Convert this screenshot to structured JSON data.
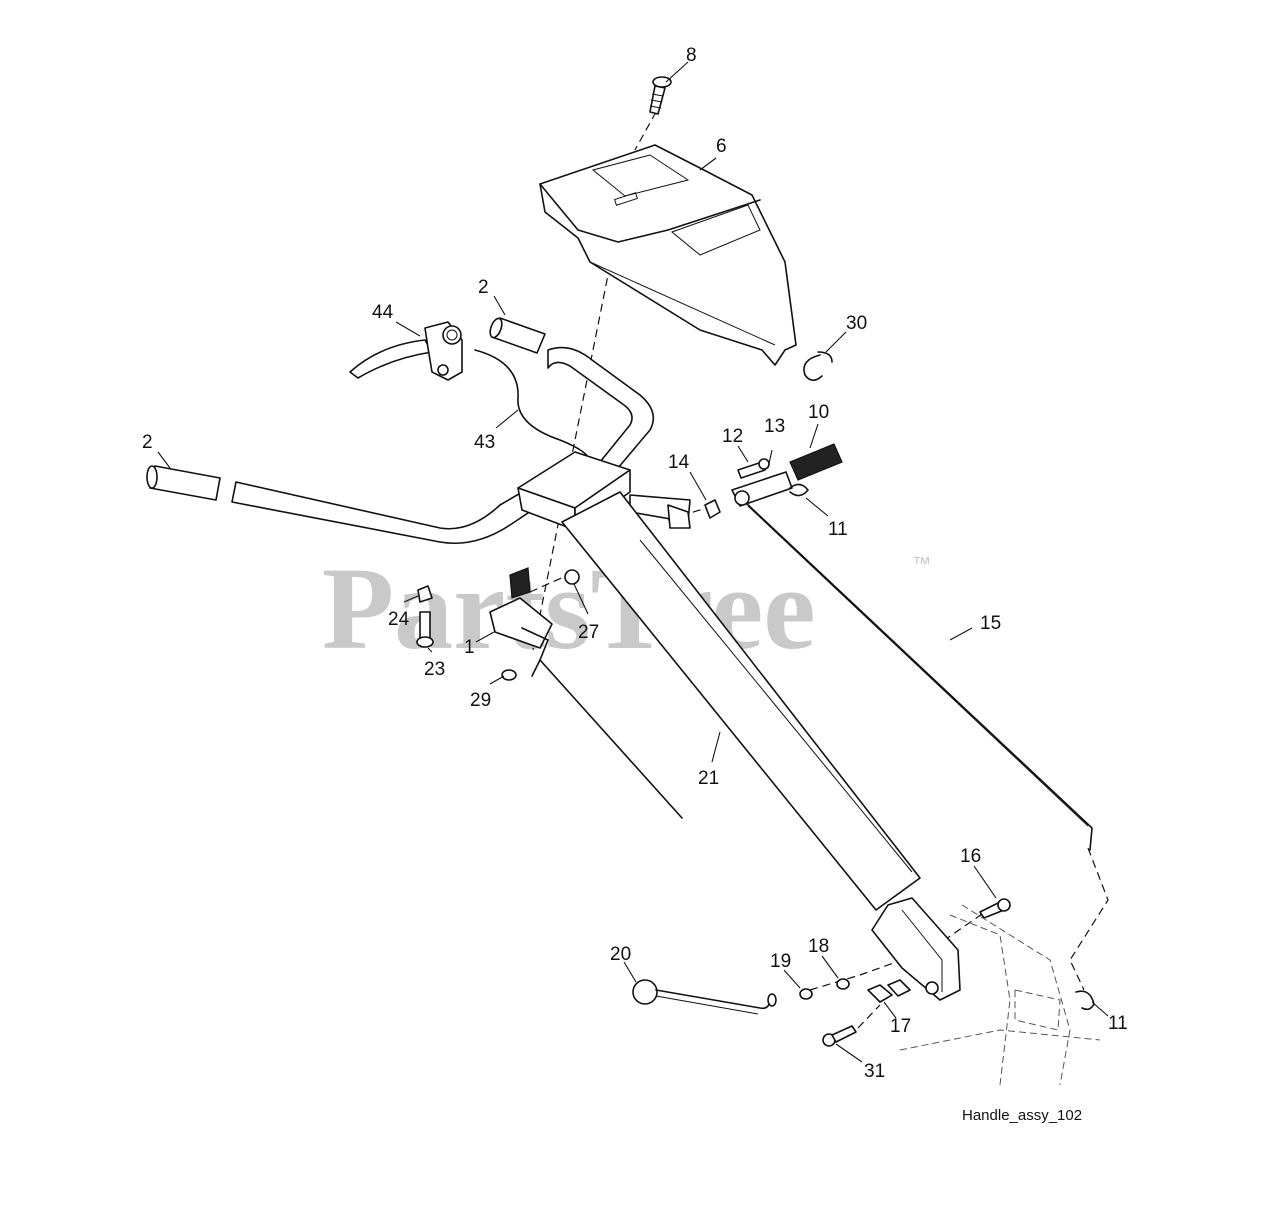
{
  "watermark": {
    "text": "PartsTree",
    "trademark": "™"
  },
  "caption": "Handle_assy_102",
  "callouts": [
    {
      "id": "c8",
      "label": "8"
    },
    {
      "id": "c6",
      "label": "6"
    },
    {
      "id": "c2a",
      "label": "2"
    },
    {
      "id": "c44",
      "label": "44"
    },
    {
      "id": "c30",
      "label": "30"
    },
    {
      "id": "c43",
      "label": "43"
    },
    {
      "id": "c2b",
      "label": "2"
    },
    {
      "id": "c10",
      "label": "10"
    },
    {
      "id": "c12",
      "label": "12"
    },
    {
      "id": "c13",
      "label": "13"
    },
    {
      "id": "c14",
      "label": "14"
    },
    {
      "id": "c11a",
      "label": "11"
    },
    {
      "id": "c24",
      "label": "24"
    },
    {
      "id": "c27",
      "label": "27"
    },
    {
      "id": "c1",
      "label": "1"
    },
    {
      "id": "c15",
      "label": "15"
    },
    {
      "id": "c23",
      "label": "23"
    },
    {
      "id": "c29",
      "label": "29"
    },
    {
      "id": "c21",
      "label": "21"
    },
    {
      "id": "c16",
      "label": "16"
    },
    {
      "id": "c20",
      "label": "20"
    },
    {
      "id": "c19",
      "label": "19"
    },
    {
      "id": "c18",
      "label": "18"
    },
    {
      "id": "c17",
      "label": "17"
    },
    {
      "id": "c11b",
      "label": "11"
    },
    {
      "id": "c31",
      "label": "31"
    }
  ]
}
